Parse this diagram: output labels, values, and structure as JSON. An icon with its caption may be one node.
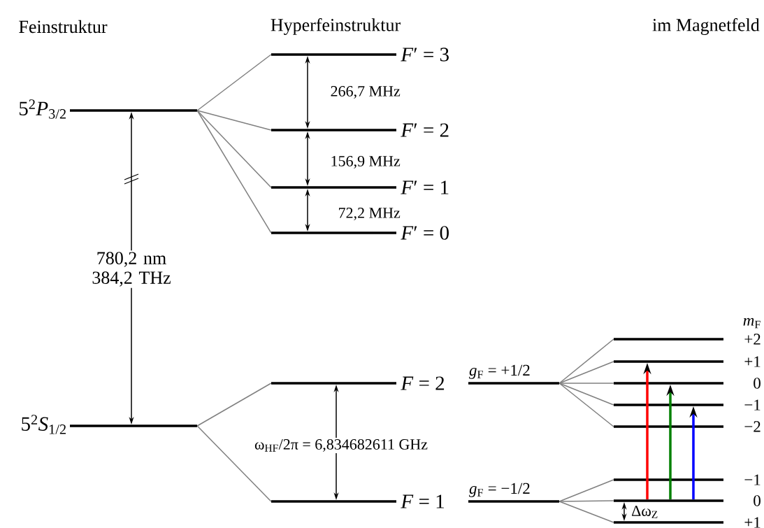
{
  "diagram": {
    "nodes": [
      {
        "text": [
          "5$^{2}$*P*$_{3/2}$"
        ]
      },
      {
        "text": [
          "*F*′ = 3"
        ]
      },
      {
        "text": [
          "*F*′ = 2"
        ]
      },
      {
        "text": [
          "*F*′ = 1"
        ]
      },
      {
        "text": [
          "*F*′ = 0"
        ]
      },
      {
        "text": [
          "5$^{2}$*S*$_{1/2}$"
        ]
      },
      {
        "text": [
          "*F* = 2"
        ]
      },
      {
        "text": [
          "*F* = 1"
        ]
      },
      {
        "text": [
          "*g*$_{F}$ = +1/2"
        ]
      },
      {
        "text": [
          "*g*$_{F}$ = −1/2"
        ]
      },
      {
        "text": [
          "+2"
        ]
      },
      {
        "text": [
          "+1"
        ]
      },
      {
        "text": [
          "0"
        ]
      },
      {
        "text": [
          "−1"
        ]
      },
      {
        "text": [
          "−2"
        ]
      },
      {
        "text": [
          "−1"
        ]
      },
      {
        "text": [
          "0"
        ]
      },
      {
        "text": [
          "+1"
        ]
      }
    ],
    "edges": [
      {
        "from": 0,
        "to": 1,
        "arrow": "none"
      },
      {
        "from": 0,
        "to": 2,
        "arrow": "none"
      },
      {
        "from": 0,
        "to": 3,
        "arrow": "none"
      },
      {
        "from": 0,
        "to": 4,
        "arrow": "none"
      },
      {
        "from": 1,
        "to": 2,
        "arrow": "both",
        "label": "266,7 MHz",
        "color": "#000000"
      },
      {
        "from": 2,
        "to": 3,
        "arrow": "both",
        "label": "156,9 MHz",
        "color": "#000000"
      },
      {
        "from": 3,
        "to": 4,
        "arrow": "both",
        "label": "72,2 MHz",
        "color": "#000000"
      },
      {
        "from": 5,
        "to": 0,
        "arrow": "both",
        "label": "780,2 nm 384,2 THz",
        "color": "#000000"
      },
      {
        "from": 5,
        "to": 6,
        "arrow": "none"
      },
      {
        "from": 5,
        "to": 7,
        "arrow": "none"
      },
      {
        "from": 7,
        "to": 6,
        "arrow": "both",
        "label": "ω$_{HF}$/2π = 6,834682611 GHz",
        "color": "#000000"
      },
      {
        "from": 8,
        "to": 10,
        "arrow": "none"
      },
      {
        "from": 8,
        "to": 11,
        "arrow": "none"
      },
      {
        "from": 8,
        "to": 12,
        "arrow": "none"
      },
      {
        "from": 8,
        "to": 13,
        "arrow": "none"
      },
      {
        "from": 8,
        "to": 14,
        "arrow": "none"
      },
      {
        "from": 9,
        "to": 15,
        "arrow": "none"
      },
      {
        "from": 9,
        "to": 16,
        "arrow": "none"
      },
      {
        "from": 9,
        "to": 17,
        "arrow": "none"
      },
      {
        "from": 16,
        "to": 11,
        "arrow": "to",
        "style": "thick",
        "color": "#ff0000"
      },
      {
        "from": 16,
        "to": 12,
        "arrow": "to",
        "style": "thick",
        "color": "#008000"
      },
      {
        "from": 16,
        "to": 13,
        "arrow": "to",
        "style": "thick",
        "color": "#0000ff"
      },
      {
        "from": 16,
        "to": 17,
        "arrow": "both",
        "label": "Δω$_{Z}$",
        "color": "#000000"
      }
    ],
    "labels": [
      "Feinstruktur",
      "Hyperfeinstruktur",
      "im Magnetfeld",
      "*m*$_{F}$"
    ]
  }
}
